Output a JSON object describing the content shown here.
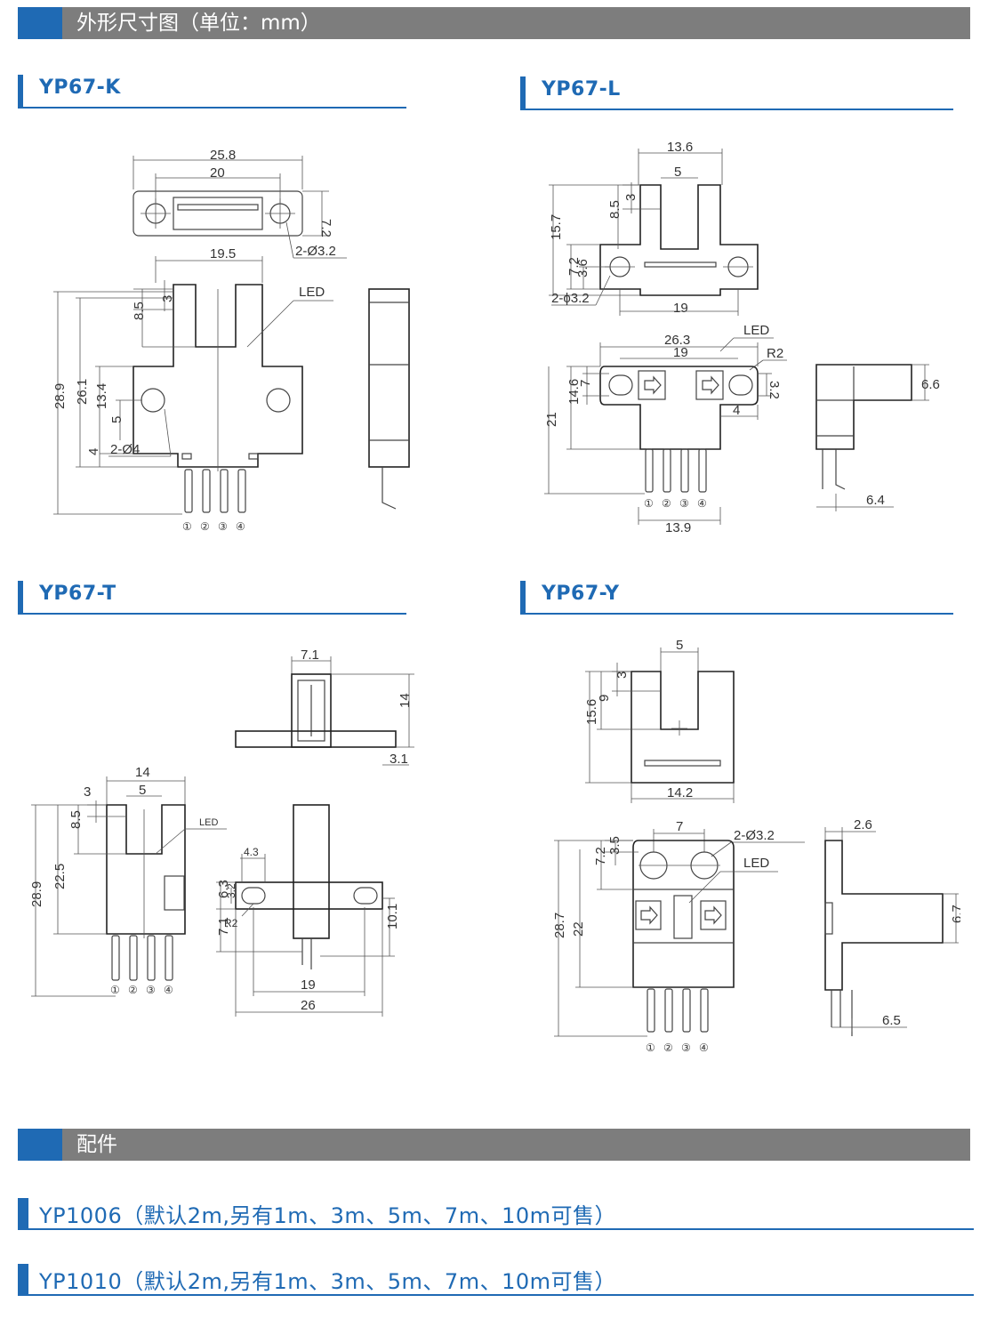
{
  "sections": {
    "dimensions_title": "外形尺寸图（单位：mm）",
    "accessories_title": "配件"
  },
  "models": {
    "k": {
      "name": "YP67-K",
      "dims": [
        "25.8",
        "20",
        "7.2",
        "2-Ø3.2",
        "19.5",
        "LED",
        "3",
        "8.5",
        "28.9",
        "26.1",
        "13.4",
        "5",
        "4",
        "2-Ø4"
      ],
      "pins": [
        "①",
        "②",
        "③",
        "④"
      ]
    },
    "l": {
      "name": "YP67-L",
      "dims": [
        "13.6",
        "5",
        "3",
        "8.5",
        "15.7",
        "7.2",
        "3.6",
        "2-ϕ3.2",
        "19",
        "LED",
        "26.3",
        "19",
        "R2",
        "7",
        "14.6",
        "3.2",
        "4",
        "21",
        "6.6",
        "6.4",
        "13.9"
      ],
      "pins": [
        "①",
        "②",
        "③",
        "④"
      ]
    },
    "t": {
      "name": "YP67-T",
      "dims": [
        "7.1",
        "14",
        "3.1",
        "14",
        "5",
        "3",
        "8.5",
        "LED",
        "28.9",
        "22.5",
        "4.3",
        "6.3",
        "3.2",
        "R2",
        "7.1",
        "10.1",
        "19",
        "26"
      ],
      "pins": [
        "①",
        "②",
        "③",
        "④"
      ]
    },
    "y": {
      "name": "YP67-Y",
      "dims": [
        "5",
        "3",
        "9",
        "15.6",
        "14.2",
        "7",
        "2-Ø3.2",
        "3.5",
        "7.2",
        "LED",
        "28.7",
        "22",
        "2.6",
        "6.7",
        "6.5"
      ],
      "pins": [
        "①",
        "②",
        "③",
        "④"
      ]
    }
  },
  "accessories": [
    {
      "label": "YP1006（默认2m,另有1m、3m、5m、7m、10m可售）"
    },
    {
      "label": "YP1010（默认2m,另有1m、3m、5m、7m、10m可售）"
    }
  ]
}
